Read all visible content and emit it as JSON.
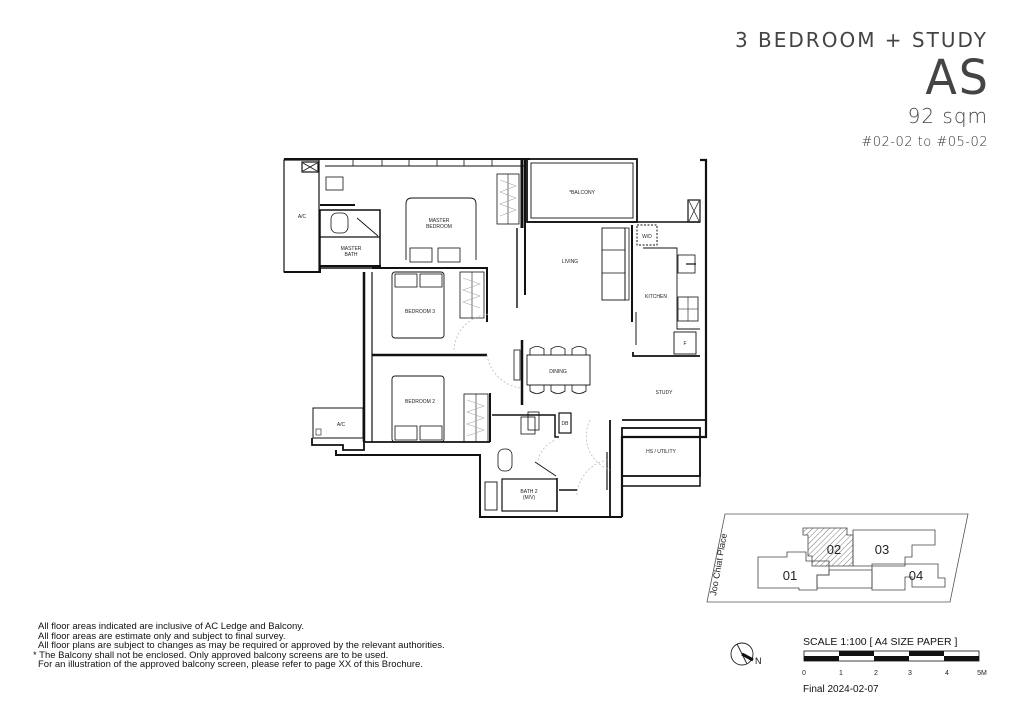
{
  "header": {
    "unit_type": "3 BEDROOM + STUDY",
    "unit_code": "AS",
    "area": "92 sqm",
    "unit_range": "#02-02 to #05-02"
  },
  "floor_plan": {
    "rooms": {
      "ac_top": "A/C",
      "master_bath": "MASTER\nBATH",
      "master_bath_l1": "MASTER",
      "master_bath_l2": "BATH",
      "master_bedroom_l1": "MASTER",
      "master_bedroom_l2": "BEDROOM",
      "balcony": "*BALCONY",
      "living": "LIVING",
      "wd": "W/D",
      "kitchen": "KITCHEN",
      "fridge": "F",
      "bedroom3": "BEDROOM 3",
      "dining": "DINING",
      "study": "STUDY",
      "bedroom2": "BEDROOM 2",
      "ac_bottom": "A/C",
      "db": "DB",
      "hs_utility": "HS / UTILITY",
      "bath2_l1": "BATH 2",
      "bath2_l2": "(M/V)"
    }
  },
  "key_plan": {
    "street": "Joo Chiat Place",
    "units": [
      "01",
      "02",
      "03",
      "04"
    ],
    "highlighted_unit": "02"
  },
  "notes": [
    "All floor areas indicated are inclusive of AC Ledge and Balcony.",
    "All floor areas are estimate only and subject to final survey.",
    "All floor plans are subject to changes as may be required or approved by the relevant authorities.",
    "* The Balcony shall not be enclosed. Only approved balcony screens are to be used.",
    "For an illustration of the approved balcony screen, please refer to page XX of this Brochure."
  ],
  "scale": {
    "title": "SCALE 1:100 [ A4 SIZE PAPER ]",
    "ticks": [
      "0",
      "1",
      "2",
      "3",
      "4",
      "5M"
    ]
  },
  "north_label": "N",
  "final_date": "Final 2024-02-07"
}
